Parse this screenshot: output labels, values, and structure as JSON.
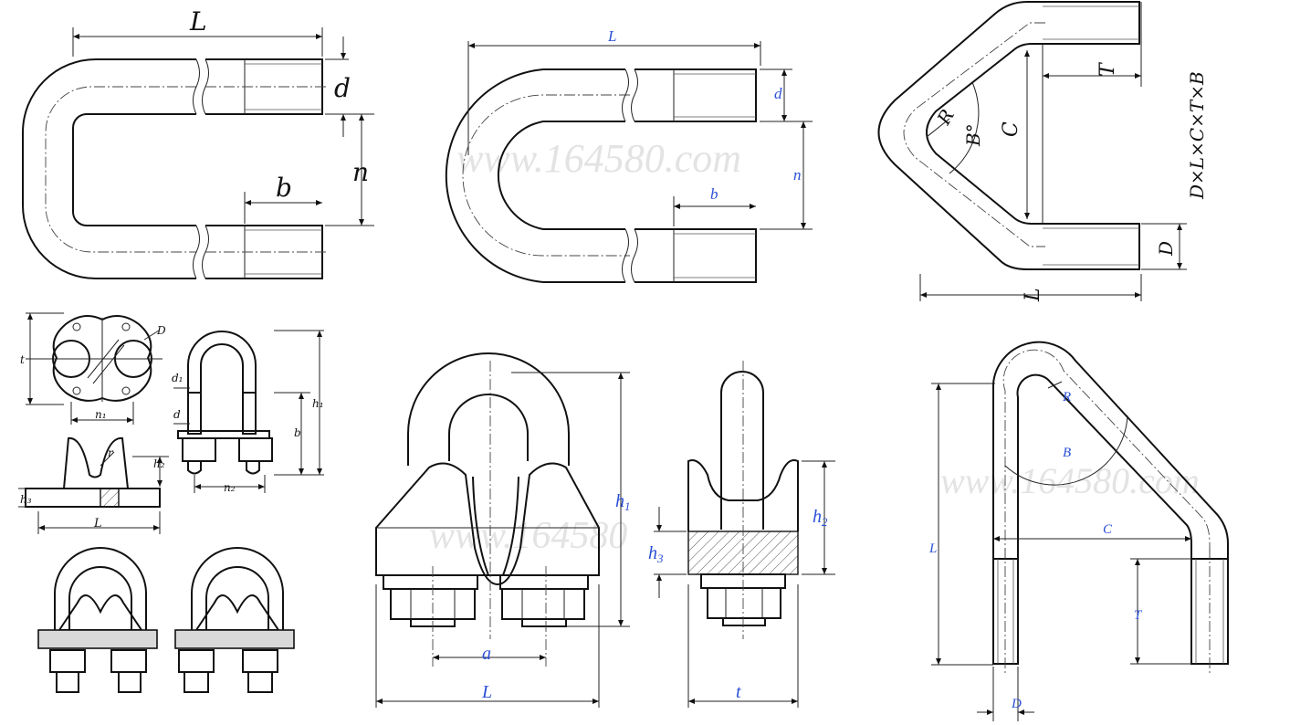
{
  "labels": {
    "u_bolt_1": {
      "L": "L",
      "d": "d",
      "b": "b",
      "n": "n"
    },
    "u_bolt_2": {
      "L": "L",
      "d": "d",
      "n": "n",
      "b": "b"
    },
    "v_bolt": {
      "T": "T",
      "R": "R",
      "B": "B°",
      "C": "C",
      "L": "L",
      "D": "D",
      "formula": "D×L×C×T×B"
    },
    "clip_small": {
      "D": "D",
      "t": "t",
      "n1": "n₁",
      "d1": "d₁",
      "d": "d",
      "h1": "h₁",
      "b": "b",
      "n2": "n₂",
      "r": "r",
      "h2": "h₂",
      "h3": "h₃",
      "L": "L"
    },
    "clip_front": {
      "h1": "h",
      "h1_sub": "1",
      "a": "a",
      "L": "L"
    },
    "clip_side": {
      "h2": "h",
      "h2_sub": "2",
      "h3": "h",
      "h3_sub": "3",
      "t": "t"
    },
    "j_bolt": {
      "R": "R",
      "B": "B",
      "C": "C",
      "L": "L",
      "T": "T",
      "D": "D"
    }
  },
  "watermarks": {
    "url_1": "www.164580.com",
    "url_2": "www.164580",
    "url_3": "www.164580.com"
  },
  "colors": {
    "label_blue": "#2a4fd6",
    "line": "#111111",
    "watermark": "#e3e3e3"
  }
}
